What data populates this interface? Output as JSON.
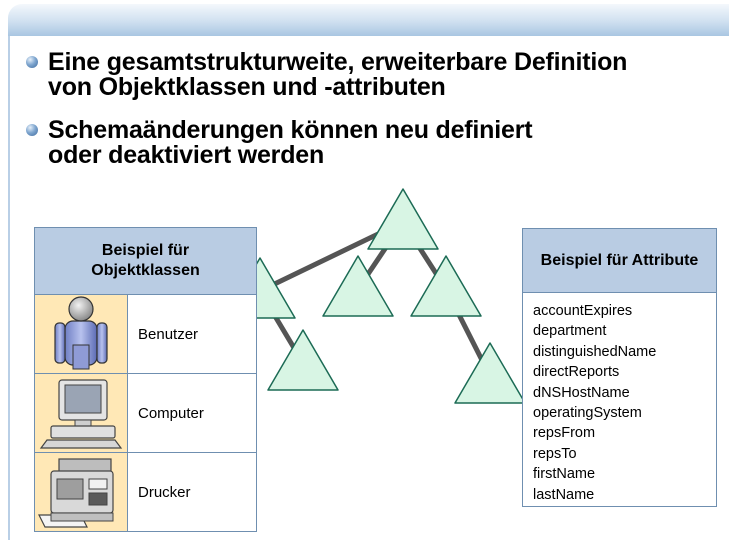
{
  "bullets": [
    {
      "lines": [
        "Eine gesamtstrukturweite, erweiterbare Definition",
        "von Objektklassen und -attributen"
      ]
    },
    {
      "lines": [
        "Schemaänderungen können neu definiert",
        "oder deaktiviert werden"
      ]
    }
  ],
  "object_panel": {
    "title_lines": [
      "Beispiel für",
      "Objektklassen"
    ],
    "rows": [
      {
        "label": "Benutzer",
        "icon": "user-icon"
      },
      {
        "label": "Computer",
        "icon": "computer-icon"
      },
      {
        "label": "Drucker",
        "icon": "printer-icon"
      }
    ]
  },
  "attribute_panel": {
    "title": "Beispiel für Attribute",
    "items": [
      "accountExpires",
      "department",
      "distinguishedName",
      "directReports",
      "dNSHostName",
      "operatingSystem",
      "repsFrom",
      "repsTo",
      "firstName",
      "lastName"
    ]
  },
  "colors": {
    "node_fill": "#d8f5e4",
    "node_stroke": "#1c6b55",
    "edge": "#555555",
    "panel_header": "#b9cce3",
    "icon_cell": "#ffe8b6"
  }
}
